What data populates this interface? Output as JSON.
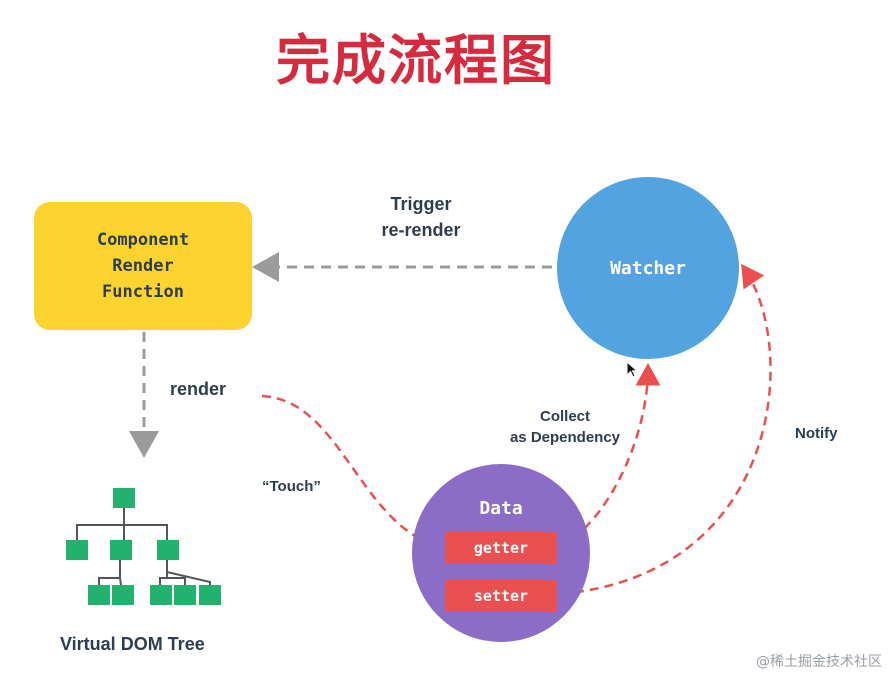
{
  "title": "完成流程图",
  "nodes": {
    "component_render": {
      "lines": [
        "Component",
        "Render",
        "Function"
      ]
    },
    "watcher": {
      "label": "Watcher"
    },
    "data": {
      "label": "Data",
      "getter": "getter",
      "setter": "setter"
    },
    "vdom": {
      "label": "Virtual DOM Tree"
    }
  },
  "edges": {
    "trigger": {
      "lines": [
        "Trigger",
        "re-render"
      ]
    },
    "render": "render",
    "touch": "“Touch”",
    "collect": {
      "lines": [
        "Collect",
        "as Dependency"
      ]
    },
    "notify": "Notify"
  },
  "colors": {
    "title": "#d62b3f",
    "component_box": "#fdd32f",
    "watcher": "#52a3e0",
    "data": "#8b6cc7",
    "pill": "#e9504f",
    "arrow_gray": "#9b9b9b",
    "arrow_red": "#e9504f",
    "tree_node": "#23b26d"
  },
  "watermark": "@稀土掘金技术社区"
}
